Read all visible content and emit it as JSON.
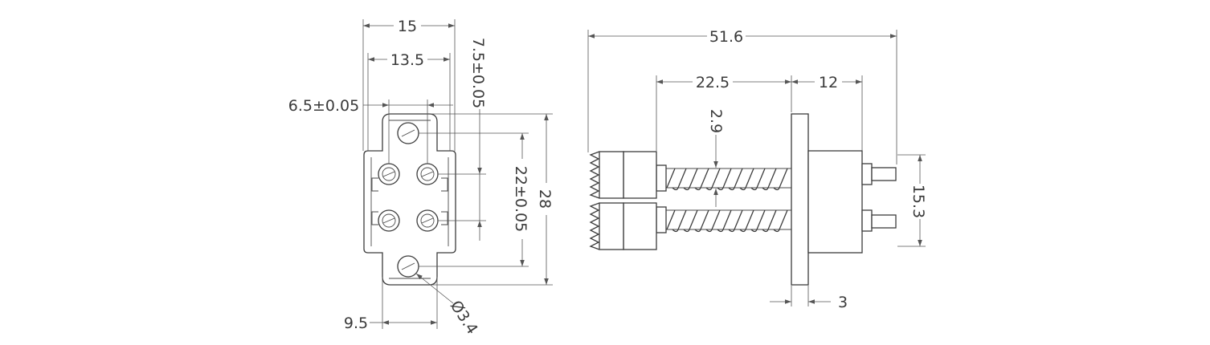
{
  "front_view": {
    "dim_width_outer": "15",
    "dim_width_inner": "13.5",
    "dim_pin_pitch_horizontal": "6.5±0.05",
    "dim_pin_pitch_vertical": "7.5±0.05",
    "dim_mount_hole_pitch": "22±0.05",
    "dim_overall_height": "28",
    "dim_flange_width": "9.5",
    "dim_hole_diameter": "Ø3.4"
  },
  "side_view": {
    "dim_overall_length": "51.6",
    "dim_plunger_length": "22.5",
    "dim_tail_length": "12",
    "dim_spring_diameter": "2.9",
    "dim_pin_spacing": "15.3",
    "dim_flange_thickness": "3"
  }
}
